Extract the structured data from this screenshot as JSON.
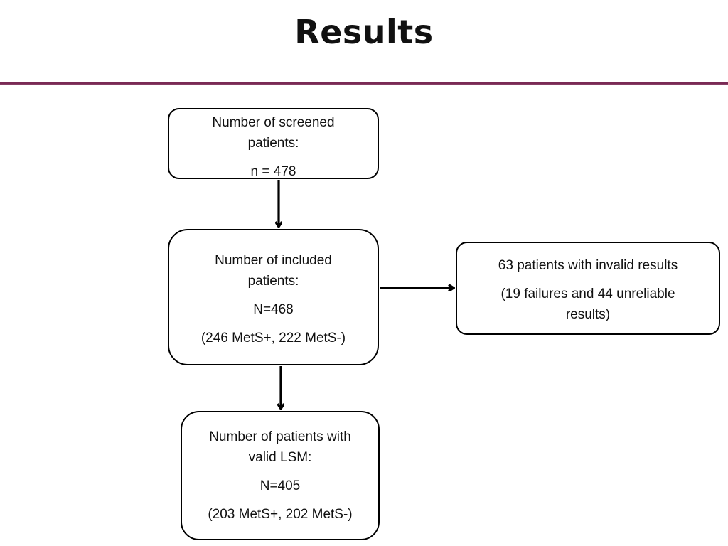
{
  "title": "Results",
  "colors": {
    "title_rule": "#7a2a55",
    "box_border": "#000000",
    "text": "#111111"
  },
  "boxes": {
    "screened": {
      "line1": "Number of screened",
      "line2": "patients:",
      "count": "n = 478"
    },
    "included": {
      "line1": "Number of included",
      "line2": "patients:",
      "count": "N=468",
      "breakdown": "(246 MetS+, 222 MetS-)"
    },
    "invalid": {
      "line1": "63 patients with invalid results",
      "line2": "(19 failures and 44 unreliable",
      "line3": "results)"
    },
    "valid": {
      "line1": "Number of patients with",
      "line2": "valid LSM:",
      "count": "N=405",
      "breakdown": "(203 MetS+, 202 MetS-)"
    }
  },
  "connectors": [
    {
      "from": "screened",
      "to": "included",
      "direction": "down"
    },
    {
      "from": "included",
      "to": "invalid",
      "direction": "right"
    },
    {
      "from": "included",
      "to": "valid",
      "direction": "down"
    }
  ]
}
